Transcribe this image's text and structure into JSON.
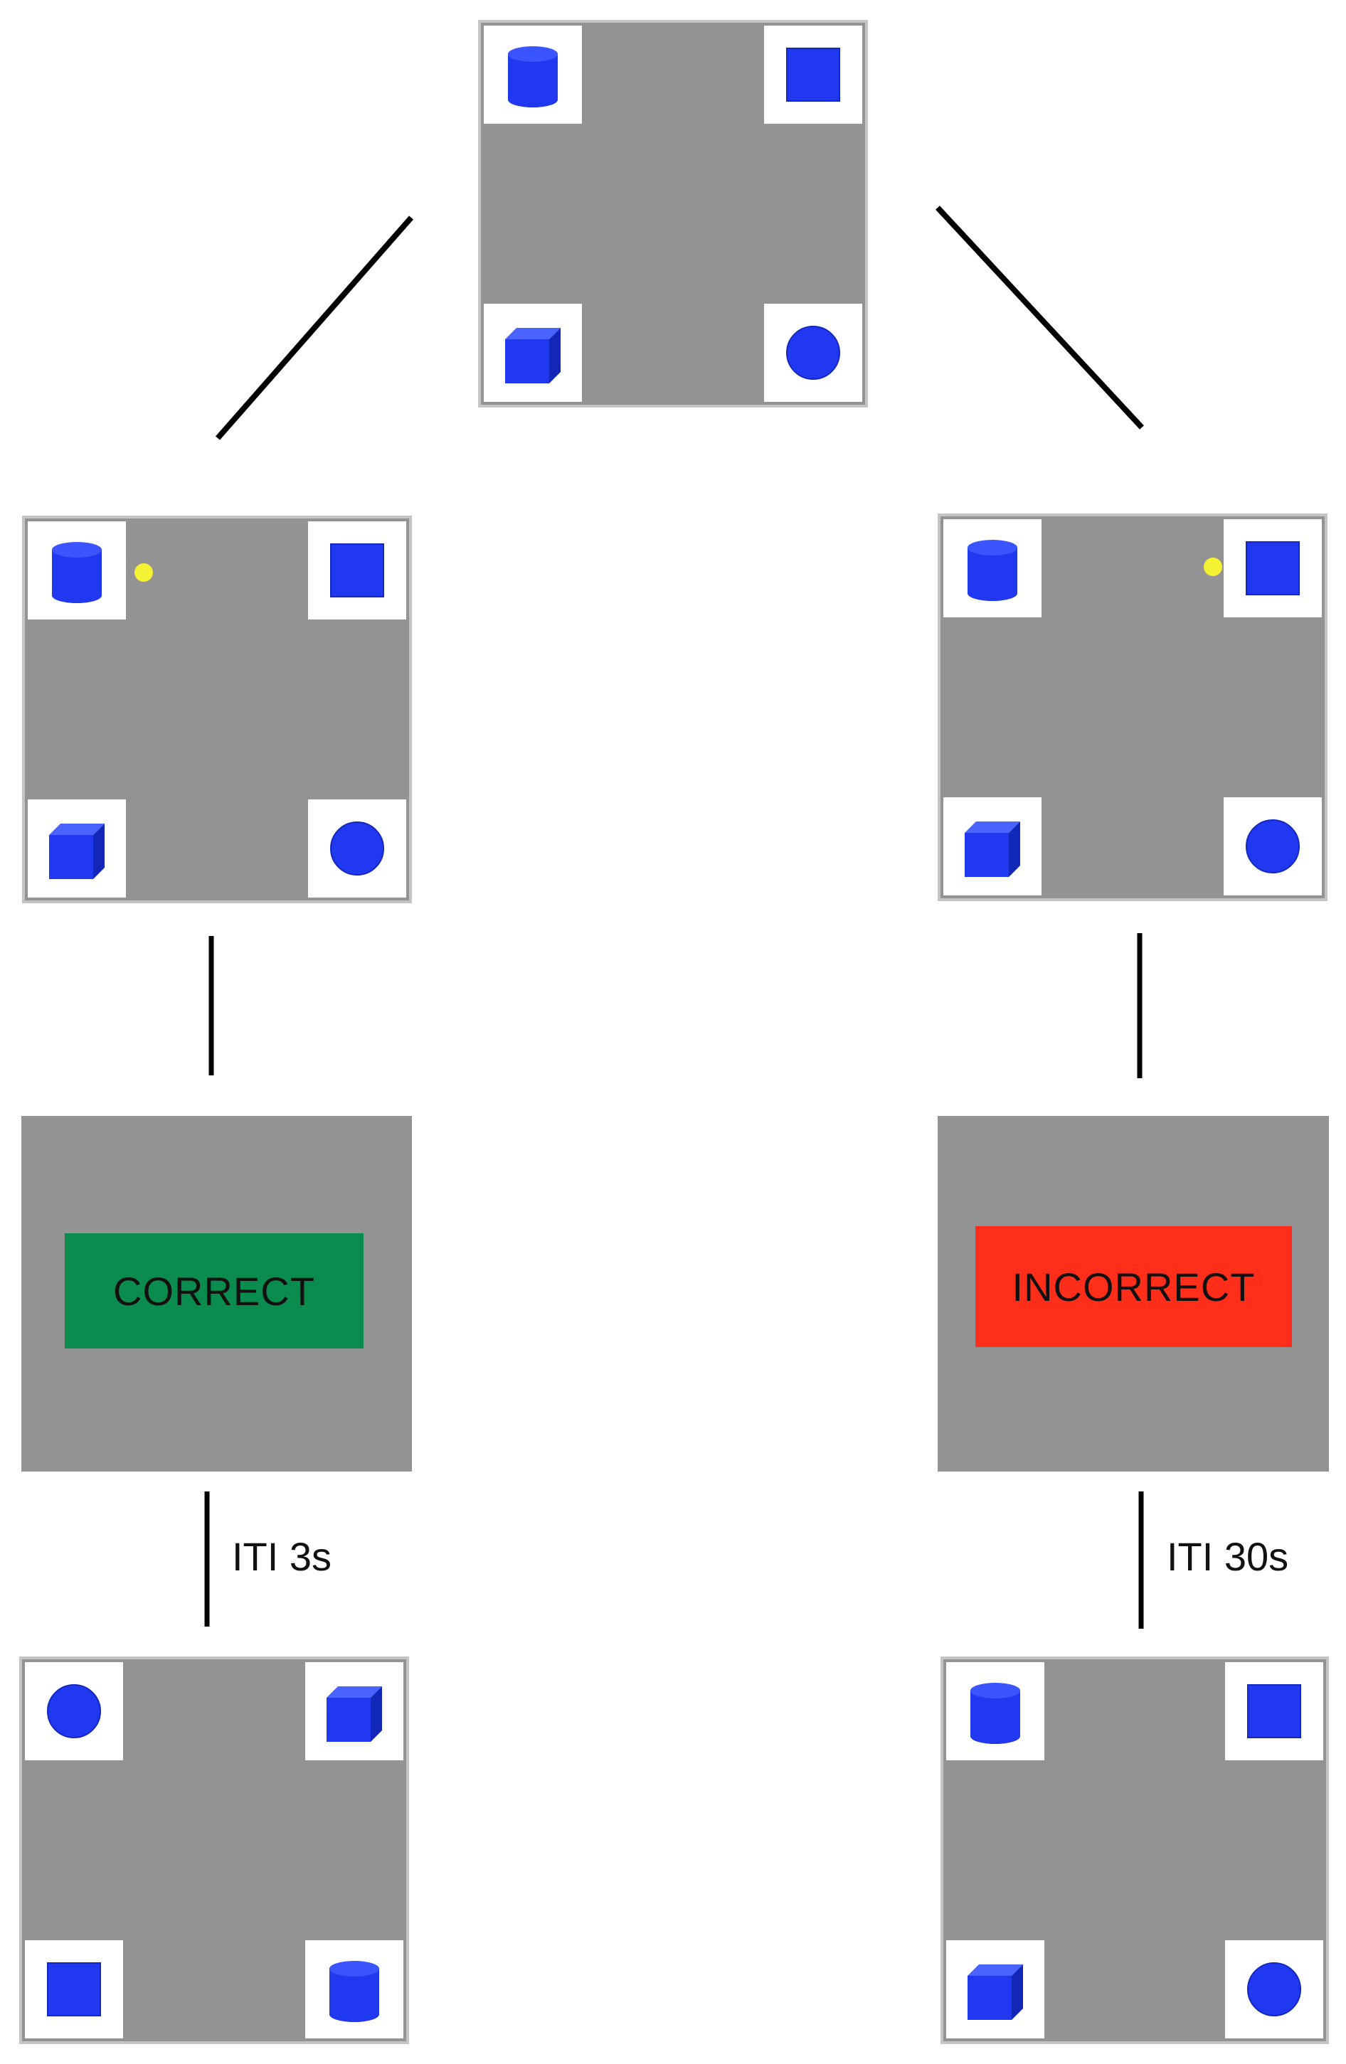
{
  "colors": {
    "panel": "#939393",
    "tile": "#ffffff",
    "shape": "#1f38f0",
    "cursor_dot": "#f5f233",
    "correct_bg": "#0a8c4e",
    "incorrect_bg": "#ff2e1a",
    "connector": "#000000"
  },
  "panels": {
    "start": {
      "tl": "cylinder-icon",
      "tr": "square-icon",
      "bl": "cube-icon",
      "br": "circle-icon"
    },
    "choice_left": {
      "tl": "cylinder-icon",
      "tr": "square-icon",
      "bl": "cube-icon",
      "br": "circle-icon",
      "selected": "cylinder"
    },
    "choice_right": {
      "tl": "cylinder-icon",
      "tr": "square-icon",
      "bl": "cube-icon",
      "br": "circle-icon",
      "selected": "square"
    },
    "next_left": {
      "tl": "circle-icon",
      "tr": "cube-icon",
      "bl": "square-icon",
      "br": "cylinder-icon"
    },
    "next_right": {
      "tl": "cylinder-icon",
      "tr": "square-icon",
      "bl": "cube-icon",
      "br": "circle-icon"
    }
  },
  "feedback": {
    "correct": "CORRECT",
    "incorrect": "INCORRECT"
  },
  "iti": {
    "left": "ITI 3s",
    "right": "ITI 30s"
  }
}
